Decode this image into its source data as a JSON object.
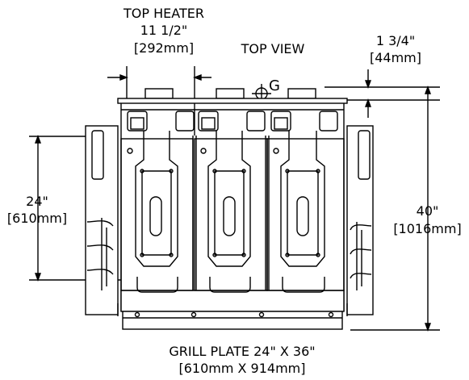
{
  "labels": {
    "top_heater_title": "TOP HEATER",
    "top_heater_in": "11 1/2\"",
    "top_heater_mm": "[292mm]",
    "view_title": "TOP VIEW",
    "right_dim_in": "1 3/4\"",
    "right_dim_mm": "[44mm]",
    "center_mark": "G",
    "left_dim_in": "24\"",
    "left_dim_mm": "[610mm]",
    "depth_in": "40\"",
    "depth_mm": "[1016mm]",
    "footer_line1": "GRILL PLATE 24\" X 36\"",
    "footer_line2": "[610mm X 914mm]"
  },
  "colors": {
    "line": "#000000",
    "background": "#ffffff",
    "fill": "#ffffff"
  }
}
